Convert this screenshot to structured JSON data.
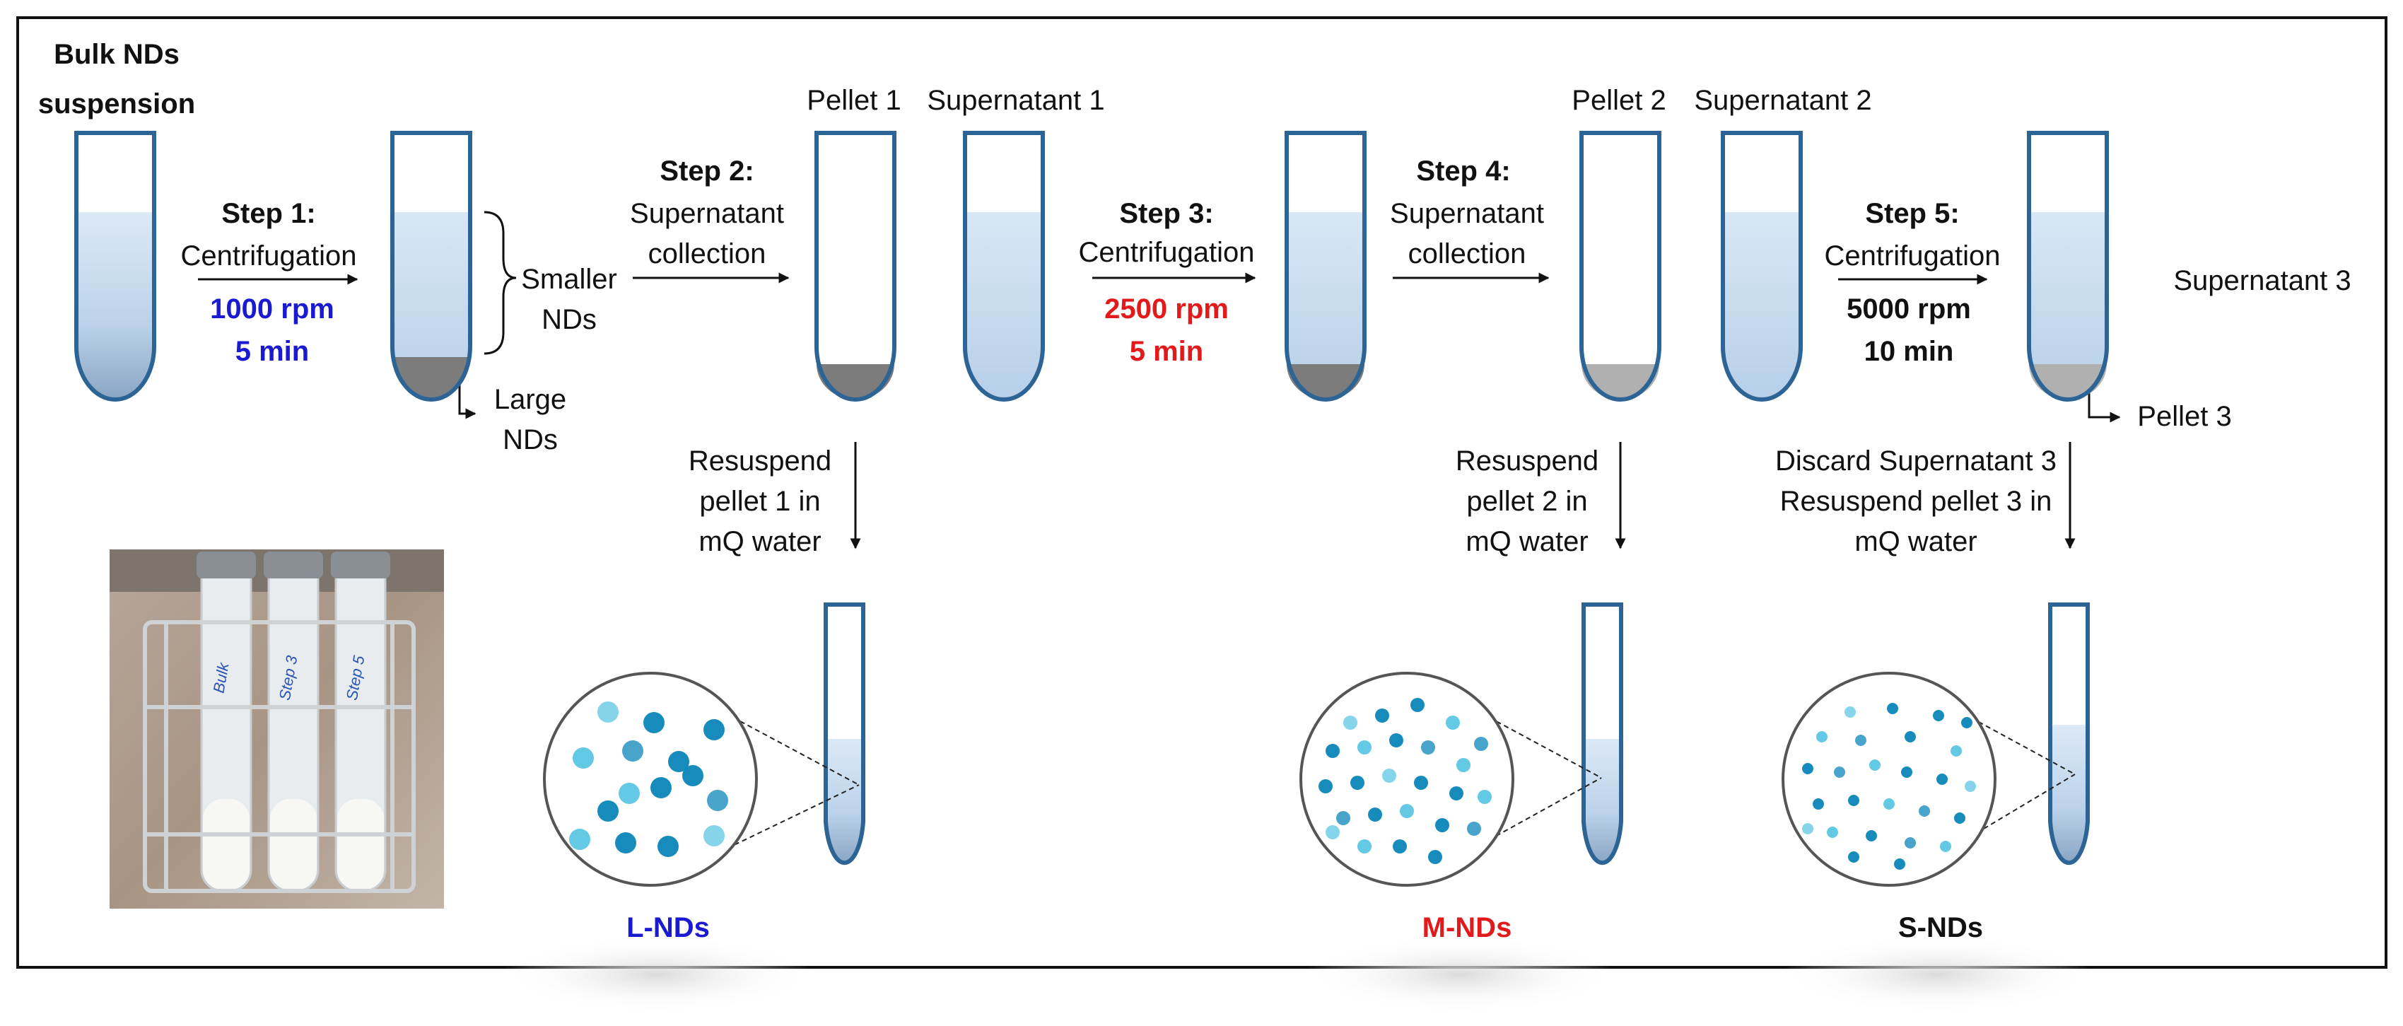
{
  "colors": {
    "tube_stroke": "#2c6496",
    "liquid_top": "#dce9f6",
    "liquid_bottom": "#8aa6c4",
    "pellet_dark": "#7c7c7c",
    "pellet_light": "#b0b0b0",
    "blue_text": "#1a1ad0",
    "red_text": "#e11b1b",
    "particle_dark": "#0b86b8",
    "particle_light": "#5cc6e3"
  },
  "labels": {
    "bulk_line1": "Bulk NDs",
    "bulk_line2": "suspension",
    "step1_title": "Step 1:",
    "step1_action": "Centrifugation",
    "step1_speed": "1000 rpm",
    "step1_time": "5 min",
    "smaller_line1": "Smaller",
    "smaller_line2": "NDs",
    "large_line1": "Large",
    "large_line2": "NDs",
    "step2_title": "Step 2:",
    "step2_line1": "Supernatant",
    "step2_line2": "collection",
    "pellet1": "Pellet 1",
    "supernatant1": "Supernatant 1",
    "step3_title": "Step 3:",
    "step3_action": "Centrifugation",
    "step3_speed": "2500 rpm",
    "step3_time": "5 min",
    "step4_title": "Step 4:",
    "step4_line1": "Supernatant",
    "step4_line2": "collection",
    "pellet2": "Pellet 2",
    "supernatant2": "Supernatant 2",
    "step5_title": "Step 5:",
    "step5_action": "Centrifugation",
    "step5_speed": "5000 rpm",
    "step5_time": "10 min",
    "supernatant3": "Supernatant 3",
    "pellet3": "Pellet 3",
    "resus1_line1": "Resuspend",
    "resus1_line2": "pellet 1 in",
    "resus1_line3": "mQ water",
    "resus2_line1": "Resuspend",
    "resus2_line2": "pellet 2 in",
    "resus2_line3": "mQ water",
    "resus3_line1": "Discard  Supernatant 3",
    "resus3_line2": "Resuspend pellet 3 in",
    "resus3_line3": "mQ water",
    "lnds": "L-NDs",
    "mnds": "M-NDs",
    "snds": "S-NDs",
    "photo_tube1": "Bulk",
    "photo_tube2": "Step 3",
    "photo_tube3": "Step 5"
  }
}
